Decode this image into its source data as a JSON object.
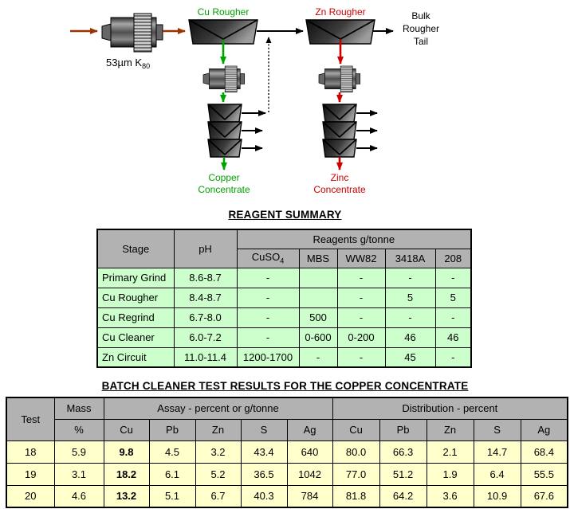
{
  "colors": {
    "copper_green": "#00A300",
    "zinc_red": "#CC0000",
    "feed_brown": "#993300",
    "table_header_gray": "#B2B2B2",
    "reagent_row_green": "#CCFFCC",
    "results_row_yellow": "#FFFFCC"
  },
  "flowsheet": {
    "feed_label": "53µm K",
    "feed_label_sub": "80",
    "cu_rougher_label": "Cu Rougher",
    "zn_rougher_label": "Zn Rougher",
    "bulk_tail_lines": [
      "Bulk",
      "Rougher",
      "Tail"
    ],
    "copper_conc_lines": [
      "Copper",
      "Concentrate"
    ],
    "zinc_conc_lines": [
      "Zinc",
      "Concentrate"
    ]
  },
  "reagent_table": {
    "title": "REAGENT SUMMARY",
    "header": {
      "stage": "Stage",
      "ph": "pH",
      "reagents_group": "Reagents g/tonne",
      "cuso4": "CuSO",
      "cuso4_sub": "4",
      "cols": [
        "MBS",
        "WW82",
        "3418A",
        "208"
      ]
    },
    "rows": [
      {
        "stage": "Primary Grind",
        "ph": "8.6-8.7",
        "values": [
          "-",
          "",
          "-",
          "-",
          "-"
        ]
      },
      {
        "stage": "Cu Rougher",
        "ph": "8.4-8.7",
        "values": [
          "-",
          "",
          "-",
          "5",
          "5"
        ]
      },
      {
        "stage": "Cu Regrind",
        "ph": "6.7-8.0",
        "values": [
          "-",
          "500",
          "-",
          "-",
          "-"
        ]
      },
      {
        "stage": "Cu Cleaner",
        "ph": "6.0-7.2",
        "values": [
          "-",
          "0-600",
          "0-200",
          "46",
          "46"
        ]
      },
      {
        "stage": "Zn Circuit",
        "ph": "11.0-11.4",
        "values": [
          "1200-1700",
          "-",
          "-",
          "45",
          "-"
        ]
      }
    ]
  },
  "results_table": {
    "title": "BATCH CLEANER TEST RESULTS FOR THE COPPER CONCENTRATE",
    "header": {
      "test": "Test",
      "mass": "Mass",
      "percent": "%",
      "assay_group": "Assay - percent or g/tonne",
      "distribution_group": "Distribution - percent",
      "assay_cols": [
        "Cu",
        "Pb",
        "Zn",
        "S",
        "Ag"
      ],
      "dist_cols": [
        "Cu",
        "Pb",
        "Zn",
        "S",
        "Ag"
      ]
    },
    "rows": [
      {
        "test": "18",
        "mass": "5.9",
        "assay": [
          "9.8",
          "4.5",
          "3.2",
          "43.4",
          "640"
        ],
        "dist": [
          "80.0",
          "66.3",
          "2.1",
          "14.7",
          "68.4"
        ]
      },
      {
        "test": "19",
        "mass": "3.1",
        "assay": [
          "18.2",
          "6.1",
          "5.2",
          "36.5",
          "1042"
        ],
        "dist": [
          "77.0",
          "51.2",
          "1.9",
          "6.4",
          "55.5"
        ]
      },
      {
        "test": "20",
        "mass": "4.6",
        "assay": [
          "13.2",
          "5.1",
          "6.7",
          "40.3",
          "784"
        ],
        "dist": [
          "81.8",
          "64.2",
          "3.6",
          "10.9",
          "67.6"
        ]
      }
    ]
  }
}
